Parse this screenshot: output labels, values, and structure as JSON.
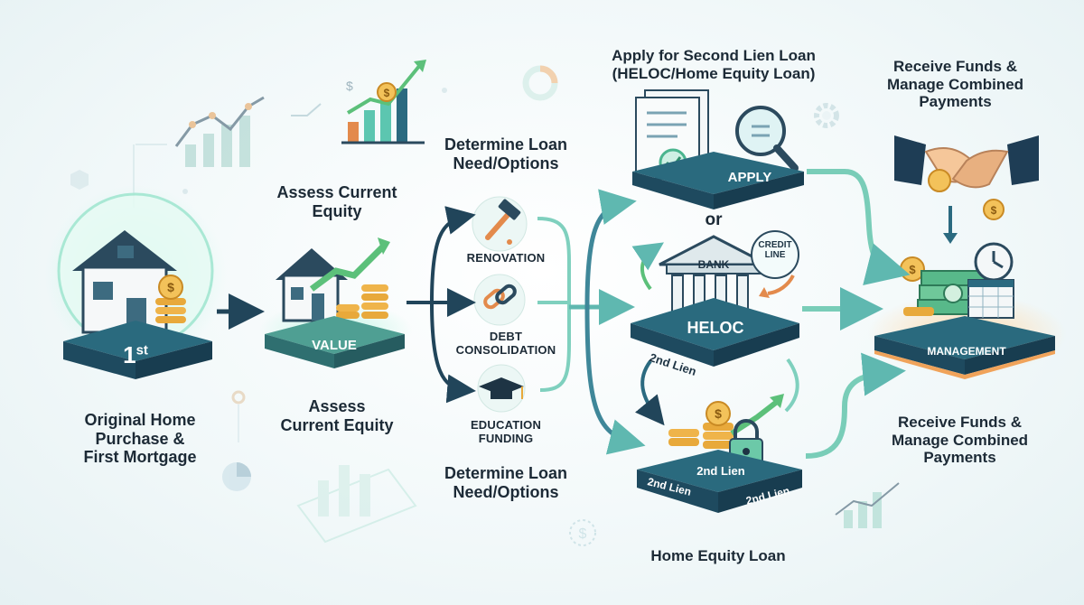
{
  "steps": {
    "original": {
      "badge_number": "1",
      "badge_suffix": "st",
      "label_lines": [
        "Original Home",
        "Purchase &",
        "First Mortgage"
      ]
    },
    "assess": {
      "platform_label": "VALUE",
      "title_lines": [
        "Assess Current",
        "Equity"
      ],
      "caption_lines": [
        "Assess",
        "Current Equity"
      ]
    },
    "determine": {
      "title_lines": [
        "Determine Loan",
        "Need/Options"
      ],
      "caption_lines": [
        "Determine Loan",
        "Need/Options"
      ],
      "options": [
        {
          "label_lines": [
            "RENOVATION"
          ],
          "icon": "hammer-icon"
        },
        {
          "label_lines": [
            "DEBT",
            "CONSOLIDATION"
          ],
          "icon": "chain-link-icon"
        },
        {
          "label_lines": [
            "EDUCATION",
            "FUNDING"
          ],
          "icon": "graduation-cap-icon"
        }
      ]
    },
    "apply": {
      "title_lines": [
        "Apply for Second Lien Loan",
        "(HELOC/Home Equity Loan)"
      ],
      "platform_label": "APPLY",
      "or_text": "or",
      "heloc": {
        "bank_label": "BANK",
        "credit_line_lines": [
          "CREDIT",
          "LINE"
        ],
        "platform_label": "HELOC",
        "lien_label": "2nd Lien"
      },
      "home_equity": {
        "lien_labels": [
          "2nd Lien",
          "2nd Lien",
          "2nd Lien"
        ],
        "caption": "Home Equity Loan"
      }
    },
    "receive": {
      "title_lines": [
        "Receive Funds &",
        "Manage Combined",
        "Payments"
      ],
      "platform_label": "MANAGEMENT",
      "caption_lines": [
        "Receive Funds &",
        "Manage Combined",
        "Payments"
      ]
    }
  },
  "colors": {
    "platform_dark": "#1e4a5f",
    "platform_top": "#2a6a7e",
    "accent_teal": "#5cc6b0",
    "arrow_dark": "#21455a",
    "coin_gold": "#e8a93b",
    "management_glow": "#f0a35a"
  }
}
